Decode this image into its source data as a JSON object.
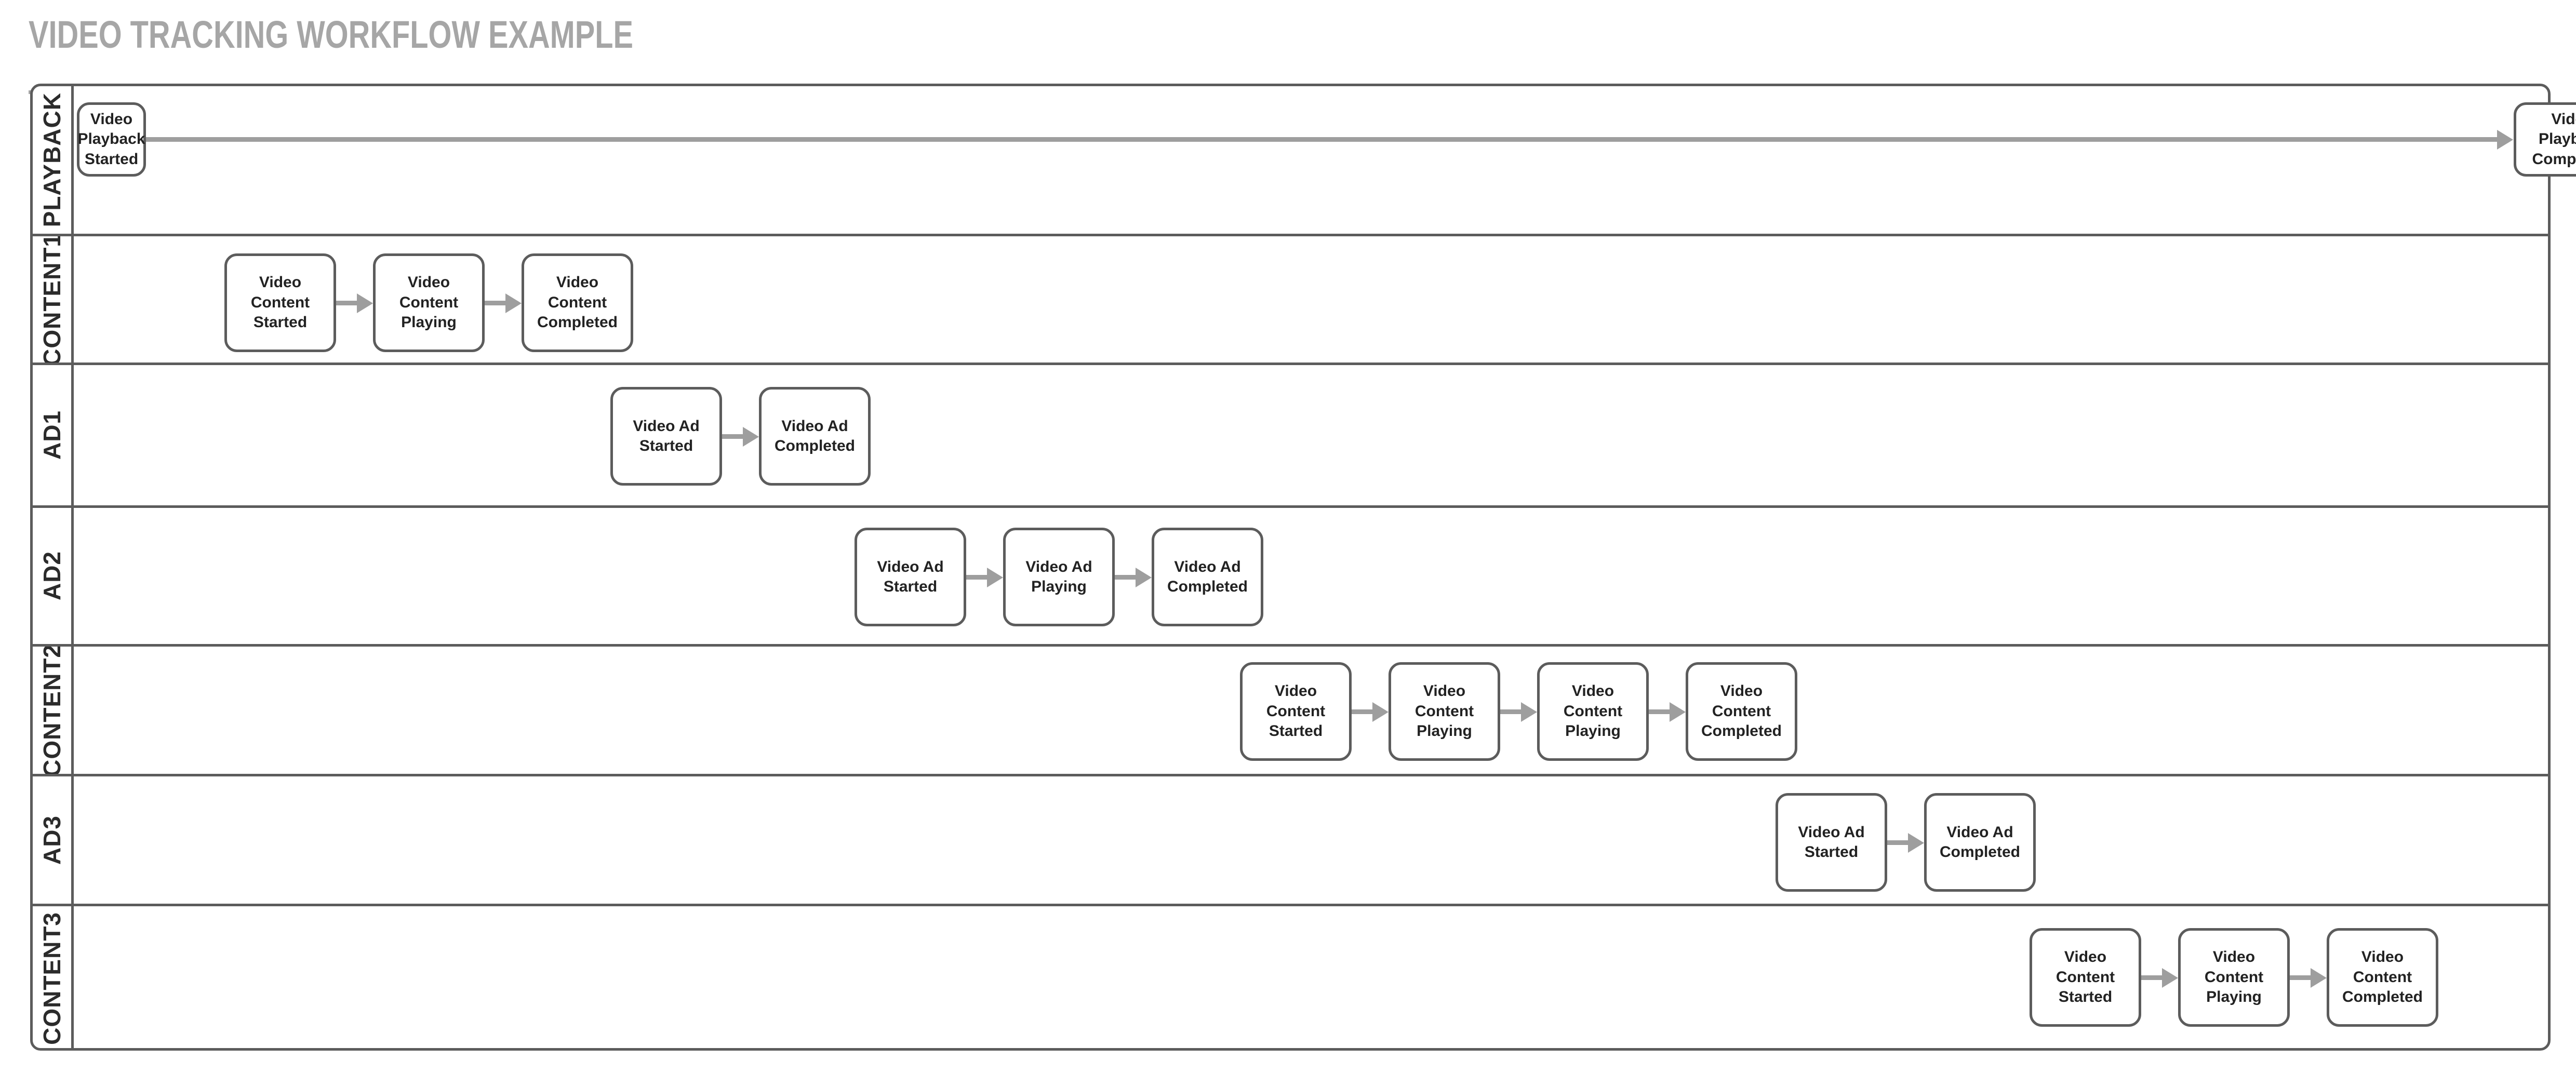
{
  "title": "VIDEO TRACKING WORKFLOW EXAMPLE",
  "diagram": {
    "type": "swimlane-flowchart",
    "colors": {
      "title": "#a6a6a6",
      "lane_border": "#5c5c5c",
      "node_border": "#5c5c5c",
      "node_fill": "#ffffff",
      "node_text": "#222222",
      "connector": "#9e9e9e",
      "background": "#ffffff"
    },
    "lanes": [
      {
        "label": "PLAYBACK",
        "nodes": [
          {
            "label": "Video Playback Started"
          },
          {
            "label": "Video Playback Completed"
          }
        ],
        "connections": [
          {
            "from": "Video Playback Started",
            "to": "Video Playback Completed"
          }
        ]
      },
      {
        "label": "CONTENT1",
        "nodes": [
          {
            "label": "Video Content Started"
          },
          {
            "label": "Video Content Playing"
          },
          {
            "label": "Video Content Completed"
          }
        ],
        "connections": [
          {
            "from": "Video Content Started",
            "to": "Video Content Playing"
          },
          {
            "from": "Video Content Playing",
            "to": "Video Content Completed"
          }
        ]
      },
      {
        "label": "AD1",
        "nodes": [
          {
            "label": "Video Ad Started"
          },
          {
            "label": "Video Ad Completed"
          }
        ],
        "connections": [
          {
            "from": "Video Ad Started",
            "to": "Video Ad Completed"
          }
        ]
      },
      {
        "label": "AD2",
        "nodes": [
          {
            "label": "Video Ad Started"
          },
          {
            "label": "Video Ad Playing"
          },
          {
            "label": "Video Ad Completed"
          }
        ],
        "connections": [
          {
            "from": "Video Ad Started",
            "to": "Video Ad Playing"
          },
          {
            "from": "Video Ad Playing",
            "to": "Video Ad Completed"
          }
        ]
      },
      {
        "label": "CONTENT2",
        "nodes": [
          {
            "label": "Video Content Started"
          },
          {
            "label": "Video Content Playing"
          },
          {
            "label": "Video Content Playing"
          },
          {
            "label": "Video Content Completed"
          }
        ],
        "connections": [
          {
            "from": "Video Content Started",
            "to": "Video Content Playing"
          },
          {
            "from": "Video Content Playing",
            "to": "Video Content Playing"
          },
          {
            "from": "Video Content Playing",
            "to": "Video Content Completed"
          }
        ]
      },
      {
        "label": "AD3",
        "nodes": [
          {
            "label": "Video Ad Started"
          },
          {
            "label": "Video Ad Completed"
          }
        ],
        "connections": [
          {
            "from": "Video Ad Started",
            "to": "Video Ad Completed"
          }
        ]
      },
      {
        "label": "CONTENT3",
        "nodes": [
          {
            "label": "Video Content Started"
          },
          {
            "label": "Video Content Playing"
          },
          {
            "label": "Video Content Completed"
          }
        ],
        "connections": [
          {
            "from": "Video Content Started",
            "to": "Video Content Playing"
          },
          {
            "from": "Video Content Playing",
            "to": "Video Content Completed"
          }
        ]
      }
    ]
  }
}
